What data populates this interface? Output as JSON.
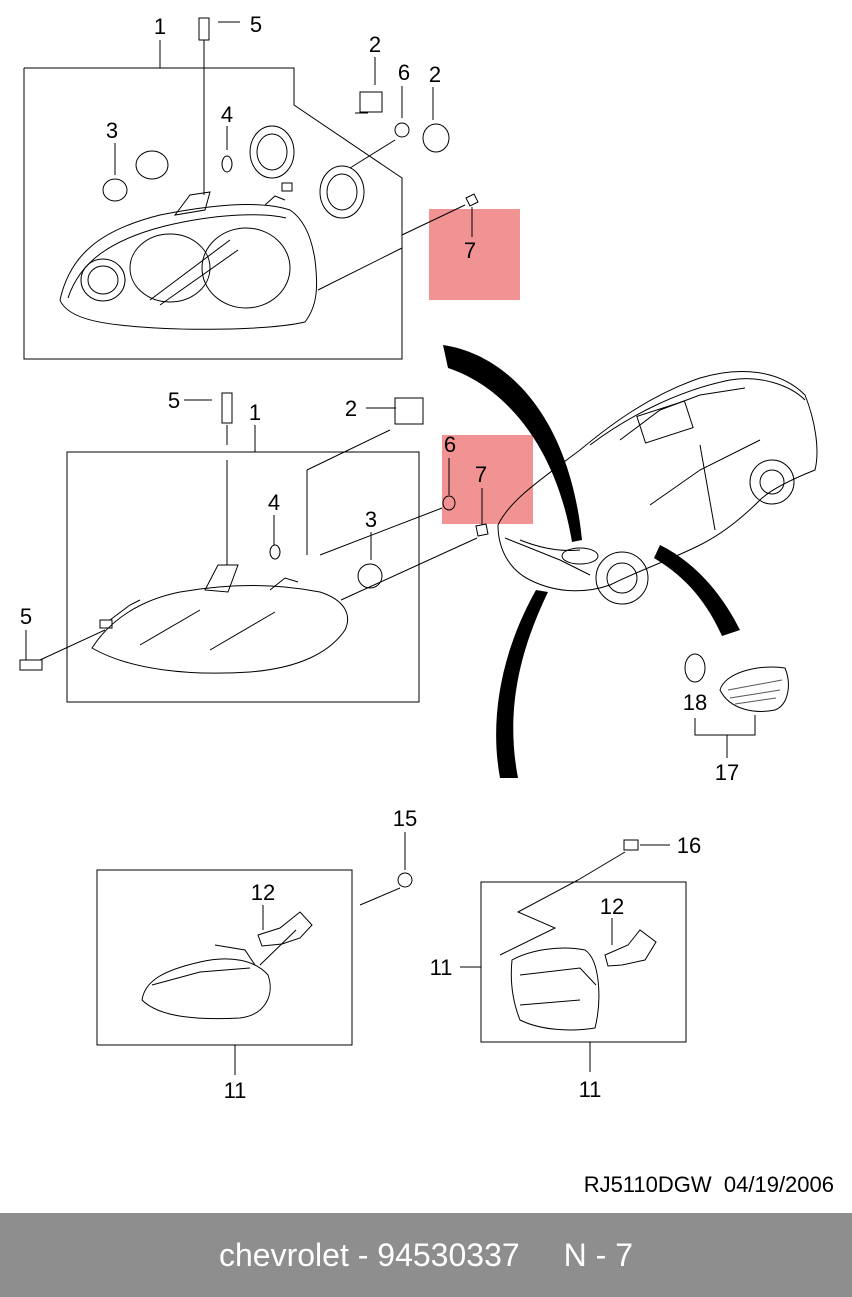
{
  "doc_ref": {
    "code": "RJ5110DGW",
    "date": "04/19/2006"
  },
  "footer": {
    "brand": "chevrolet",
    "part_number": "94530337",
    "section": "N - 7"
  },
  "highlight_color": "#f08080",
  "callouts": {
    "top_group": {
      "n1": "1",
      "n5": "5",
      "n2a": "2",
      "n6": "6",
      "n2b": "2",
      "n3": "3",
      "n4": "4",
      "n7": "7"
    },
    "mid_group": {
      "n5a": "5",
      "n1": "1",
      "n2": "2",
      "n6": "6",
      "n7": "7",
      "n4": "4",
      "n3": "3",
      "n5b": "5"
    },
    "side_marker": {
      "n18": "18",
      "n17": "17"
    },
    "fog_left": {
      "n15": "15",
      "n12": "12",
      "n11": "11"
    },
    "fog_right": {
      "n16": "16",
      "n12": "12",
      "n11a": "11",
      "n11b": "11"
    }
  }
}
